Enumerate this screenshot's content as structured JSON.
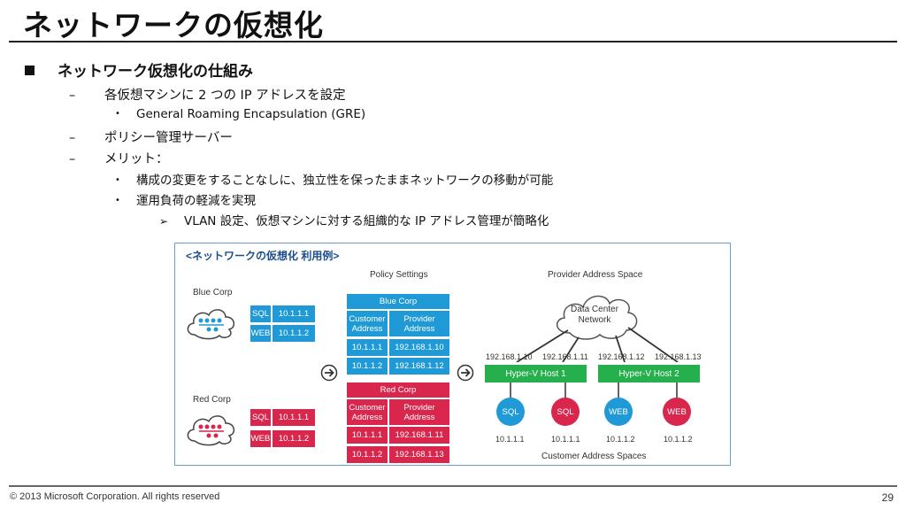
{
  "slide": {
    "title": "ネットワークの仮想化",
    "bullet1": "ネットワーク仮想化の仕組み",
    "sub1": "各仮想マシンに 2 つの IP アドレスを設定",
    "sub1a": "General Roaming Encapsulation (GRE)",
    "sub2": "ポリシー管理サーバー",
    "sub3": "メリット：",
    "sub3a": "構成の変更をすることなしに、独立性を保ったままネットワークの移動が可能",
    "sub3b": "運用負荷の軽減を実現",
    "sub3b1": "VLAN 設定、仮想マシンに対する組織的な IP アドレス管理が簡略化",
    "dash": "–",
    "dot": "•",
    "arrow_mark": "➢"
  },
  "diagram": {
    "heading": "<ネットワークの仮想化 利用例>",
    "policy_settings": "Policy Settings",
    "provider_space": "Provider Address Space",
    "dc_network": "Data Center Network",
    "customer_spaces": "Customer Address Spaces",
    "blue_corp": "Blue Corp",
    "red_corp": "Red Corp",
    "blue_vms": [
      {
        "name": "SQL",
        "ip": "10.1.1.1"
      },
      {
        "name": "WEB",
        "ip": "10.1.1.2"
      }
    ],
    "red_vms": [
      {
        "name": "SQL",
        "ip": "10.1.1.1"
      },
      {
        "name": "WEB",
        "ip": "10.1.1.2"
      }
    ],
    "col_customer": "Customer Address",
    "col_provider": "Provider Address",
    "blue_table": [
      {
        "c": "10.1.1.1",
        "p": "192.168.1.10"
      },
      {
        "c": "10.1.1.2",
        "p": "192.168.1.12"
      }
    ],
    "red_table": [
      {
        "c": "10.1.1.1",
        "p": "192.168.1.11"
      },
      {
        "c": "10.1.1.2",
        "p": "192.168.1.13"
      }
    ],
    "host1": "Hyper-V Host 1",
    "host2": "Hyper-V Host 2",
    "host_ips": [
      "192.168.1.10",
      "192.168.1.11",
      "192.168.1.12",
      "192.168.1.13"
    ],
    "vm_circles": [
      "SQL",
      "SQL",
      "WEB",
      "WEB"
    ],
    "vm_ips": [
      "10.1.1.1",
      "10.1.1.1",
      "10.1.1.2",
      "10.1.1.2"
    ],
    "colors": {
      "blue": "#1f9ad6",
      "red": "#d8264d",
      "green": "#25b04d",
      "border": "#6d9fd1"
    }
  },
  "footer": {
    "copyright": "© 2013 Microsoft Corporation. All rights reserved",
    "page": "29"
  }
}
